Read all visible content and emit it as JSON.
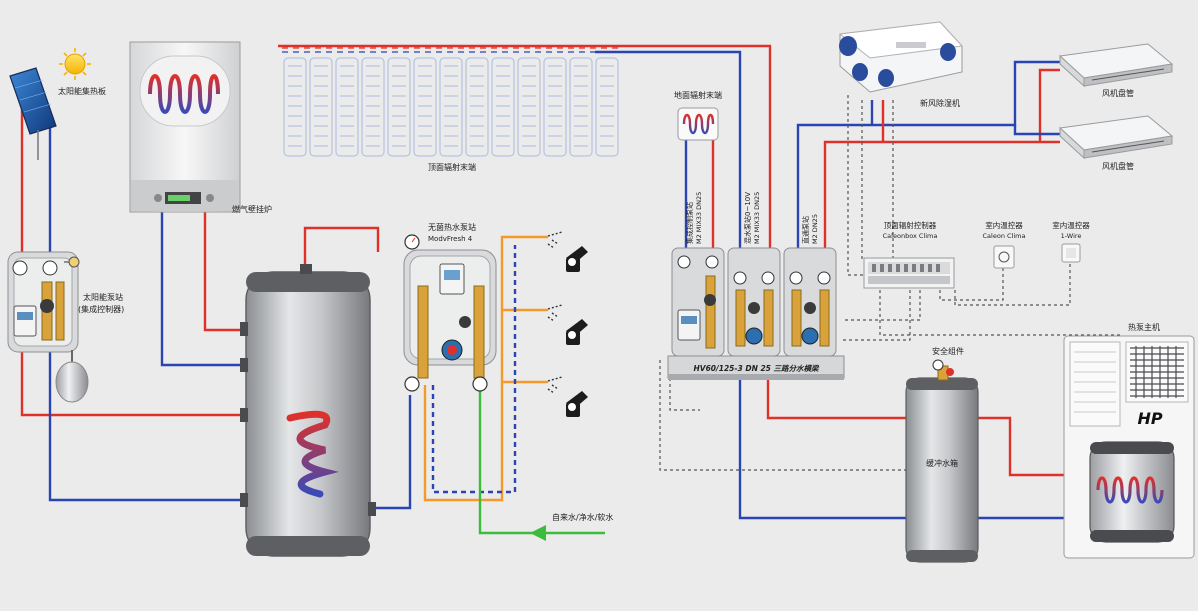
{
  "labels": {
    "solar_panel": "太阳能集热板",
    "solar_pump_station": "太阳能泵站",
    "solar_pump_station_sub": "(集成控制器)",
    "gas_boiler": "燃气壁挂炉",
    "ceiling_radiant": "顶面辐射末端",
    "floor_radiant": "地面辐射末端",
    "fresh_water_station": "无菌热水泵站",
    "fresh_water_station_model": "ModvFresh 4",
    "dehumidifier": "新风除湿机",
    "fan_coil_1": "风机盘管",
    "fan_coil_2": "风机盘管",
    "pump_group_1_line1": "集成控制泵站",
    "pump_group_1_line2": "M2 MIX33 DN25",
    "pump_group_2_line1": "混水泵站0~10V",
    "pump_group_2_line2": "M2 MIX33 DN25",
    "pump_group_3_line1": "直通泵站",
    "pump_group_3_line2": "M2 DN25",
    "manifold": "HV60/125-3 DN 25 三路分水横梁",
    "ceiling_controller": "顶面辐射控制器",
    "ceiling_controller_model": "Caleonbox Clima",
    "room_controller_1": "室内温控器",
    "room_controller_1_model": "Caleon Clima",
    "room_controller_2": "室内温控器",
    "room_controller_2_model": "1-Wire",
    "safety_group": "安全组件",
    "buffer_tank": "缓冲水箱",
    "heat_pump": "热泵主机",
    "heat_pump_badge": "HP",
    "tap_water": "自来水/净水/软水"
  },
  "colors": {
    "hot": "#e0302a",
    "cold": "#2a44b4",
    "dhw": "#f59a2a",
    "inlet": "#3cbc3c",
    "signal": "#555555"
  },
  "icons": [
    "sun-icon",
    "coil-icon",
    "shower-icon",
    "gauge-icon"
  ]
}
